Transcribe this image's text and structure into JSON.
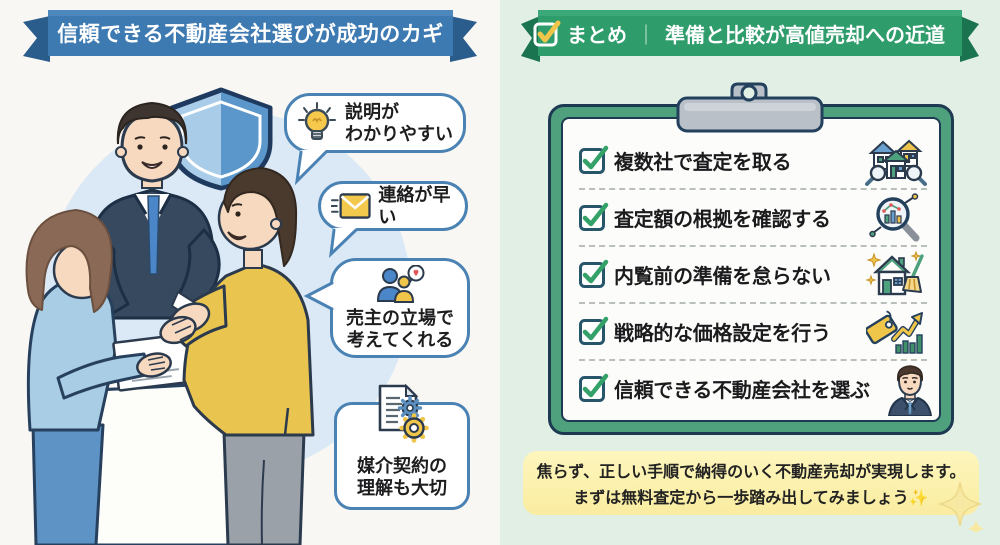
{
  "left_panel": {
    "banner": "信頼できる不動産会社選びが成功のカギ",
    "banner_color": "#3e7ab2",
    "illustration": "agent-shaking-hands-with-seller-couple",
    "bubble1": {
      "icon": "lightbulb-icon",
      "line1": "説明が",
      "line2": "わかりやすい"
    },
    "bubble2": {
      "icon": "mail-icon",
      "text": "連絡が早い"
    },
    "bubble3": {
      "icon": "people-heart-icon",
      "line1": "売主の立場で",
      "line2": "考えてくれる"
    },
    "bubble4": {
      "icon": "contract-gears-icon",
      "line1": "媒介契約の",
      "line2": "理解も大切"
    }
  },
  "right_panel": {
    "banner": {
      "badge_icon": "checkbox-check-icon",
      "label": "まとめ",
      "divider": "｜",
      "text": "準備と比較が高値売却への近道",
      "color": "#2f9c6c"
    },
    "checklist": [
      {
        "label": "複数社で査定を取る",
        "icon": "houses-appraisal-icon"
      },
      {
        "label": "査定額の根拠を確認する",
        "icon": "magnifier-chart-icon"
      },
      {
        "label": "内覧前の準備を怠らない",
        "icon": "house-cleaning-icon"
      },
      {
        "label": "戦略的な価格設定を行う",
        "icon": "price-tag-graph-icon"
      },
      {
        "label": "信頼できる不動産会社を選ぶ",
        "icon": "agent-avatar-icon"
      }
    ],
    "footer": {
      "line1": "焦らず、正しい手順で納得のいく不動産売却が実現します。",
      "line2": "まずは無料査定から一歩踏み出してみましょう✨"
    }
  },
  "colors": {
    "ribbon_blue": "#3e7ab2",
    "ribbon_blue_fold": "#2a5c8c",
    "ribbon_green": "#2f9c6c",
    "ribbon_green_fold": "#1b7450",
    "panel_green_bg": "#e2efe5",
    "board_green": "#4ea17c",
    "check_green": "#34a169",
    "accent_yellow": "#f0c64a",
    "bubble_border_blue": "#4b82b4",
    "footer_yellow": "#fbeca0"
  }
}
